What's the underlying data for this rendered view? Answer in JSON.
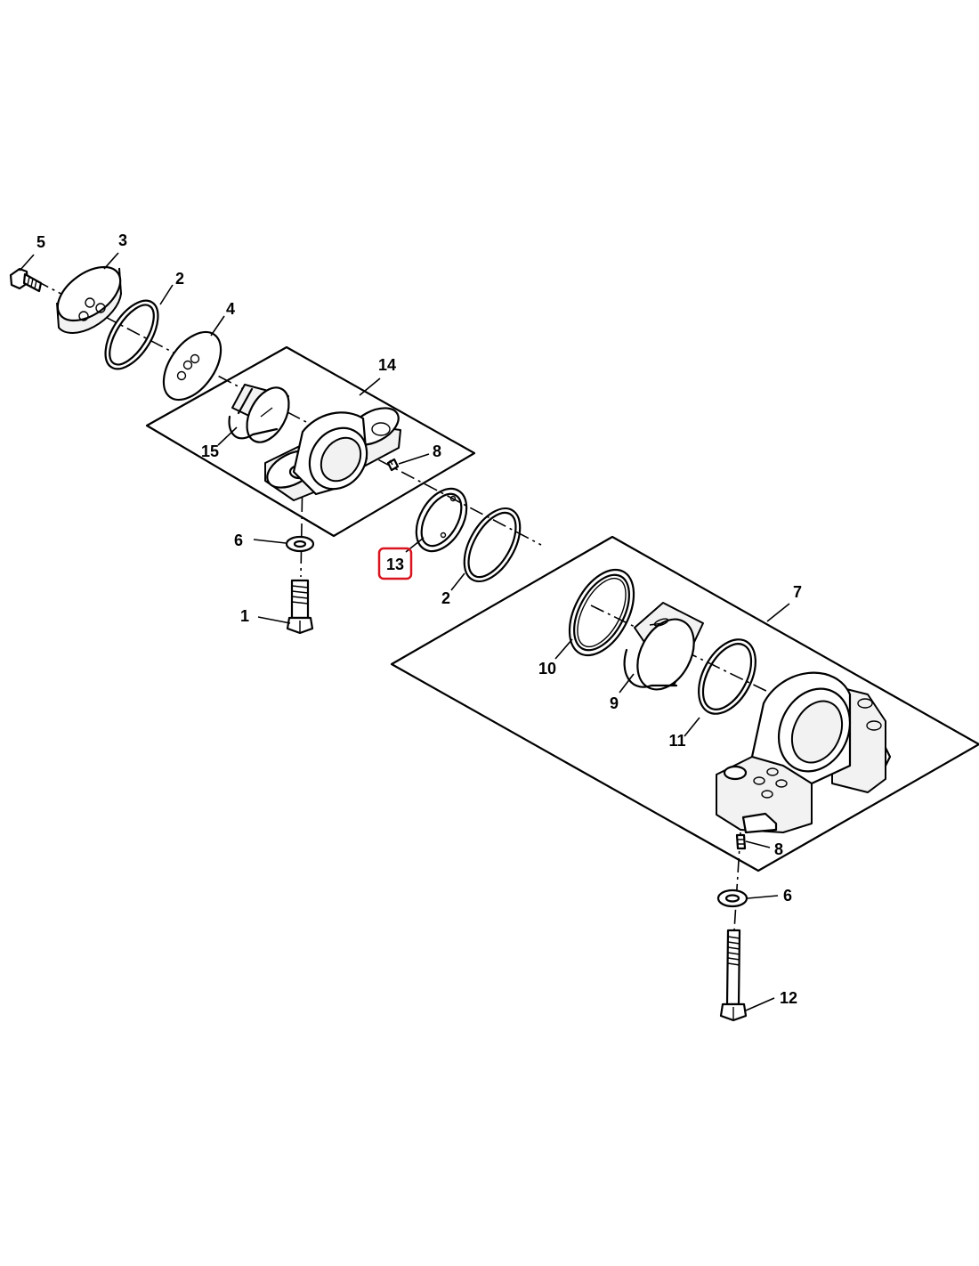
{
  "diagram": {
    "callouts": {
      "c1": "1",
      "c2a": "2",
      "c2b": "2",
      "c3": "3",
      "c4": "4",
      "c5": "5",
      "c6a": "6",
      "c6b": "6",
      "c7": "7",
      "c8a": "8",
      "c8b": "8",
      "c9": "9",
      "c10": "10",
      "c11": "11",
      "c12": "12",
      "c13": "13",
      "c14": "14",
      "c15": "15"
    },
    "highlighted_part": "13",
    "colors": {
      "line": "#000000",
      "background": "#ffffff",
      "highlight": "#d9141f"
    }
  }
}
